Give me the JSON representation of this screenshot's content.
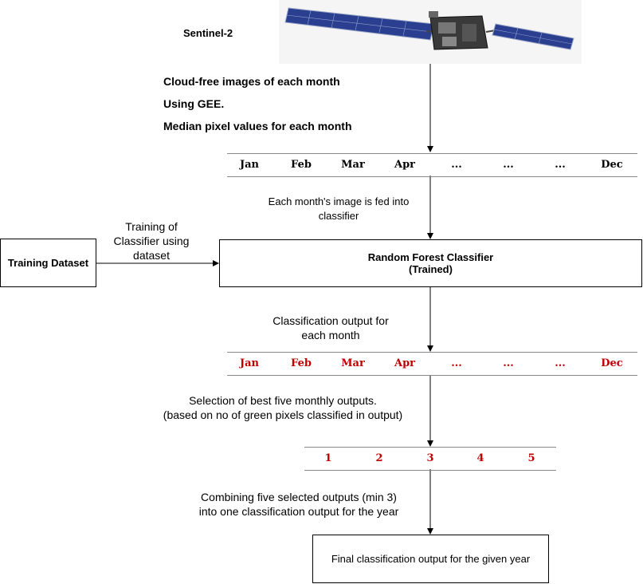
{
  "satellite": {
    "label": "Sentinel-2"
  },
  "header_lines": [
    "Cloud-free images of each month",
    "Using GEE.",
    "Median pixel values for each month"
  ],
  "months_strip_1": [
    "Jan",
    "Feb",
    "Mar",
    "Apr",
    "...",
    "...",
    "...",
    "Dec"
  ],
  "note_feed": [
    "Each month's image is fed into",
    "classifier"
  ],
  "training_dataset": {
    "label": "Training Dataset"
  },
  "note_training": [
    "Training of",
    "Classifier using",
    "dataset"
  ],
  "classifier": {
    "title": "Random Forest Classifier",
    "subtitle": "(Trained)"
  },
  "note_output": [
    "Classification output for",
    "each month"
  ],
  "months_strip_2": [
    "Jan",
    "Feb",
    "Mar",
    "Apr",
    "...",
    "...",
    "...",
    "Dec"
  ],
  "note_selection": [
    "Selection of best five monthly outputs.",
    "(based on no of green pixels classified in output)"
  ],
  "ranks": [
    "1",
    "2",
    "3",
    "4",
    "5"
  ],
  "note_combine": [
    "Combining five selected outputs (min 3)",
    "into one classification output for the year"
  ],
  "final_box": {
    "label": "Final classification output for the given year"
  },
  "colors": {
    "highlight_text": "#c00000"
  }
}
